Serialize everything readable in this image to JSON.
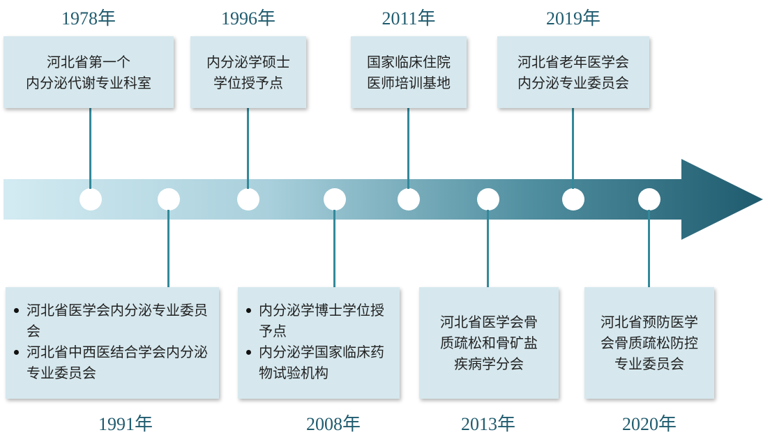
{
  "events": [
    {
      "id": "1978",
      "year": "1978年",
      "lines": [
        "河北省第一个",
        "内分泌代谢专业科室"
      ]
    },
    {
      "id": "1991",
      "year": "1991年",
      "bullets": [
        "河北省医学会内分泌专业委员会",
        "河北省中西医结合学会内分泌专业委员会"
      ]
    },
    {
      "id": "1996",
      "year": "1996年",
      "lines": [
        "内分泌学硕士",
        "学位授予点"
      ]
    },
    {
      "id": "2008",
      "year": "2008年",
      "bullets": [
        "内分泌学博士学位授予点",
        "内分泌学国家临床药物试验机构"
      ]
    },
    {
      "id": "2011",
      "year": "2011年",
      "lines": [
        "国家临床住院",
        "医师培训基地"
      ]
    },
    {
      "id": "2013",
      "year": "2013年",
      "lines": [
        "河北省医学会骨",
        "质疏松和骨矿盐",
        "疾病学分会"
      ]
    },
    {
      "id": "2019",
      "year": "2019年",
      "lines": [
        "河北省老年医学会",
        "内分泌专业委员会"
      ]
    },
    {
      "id": "2020",
      "year": "2020年",
      "lines": [
        "河北省预防医学",
        "会骨质疏松防控",
        "专业委员会"
      ]
    }
  ],
  "colors": {
    "arrow_start": "#cfe8ef",
    "arrow_end": "#1f5b6e",
    "stem": "#33899a",
    "box": "#d6e8ee",
    "year_text": "#1f5b6e"
  }
}
